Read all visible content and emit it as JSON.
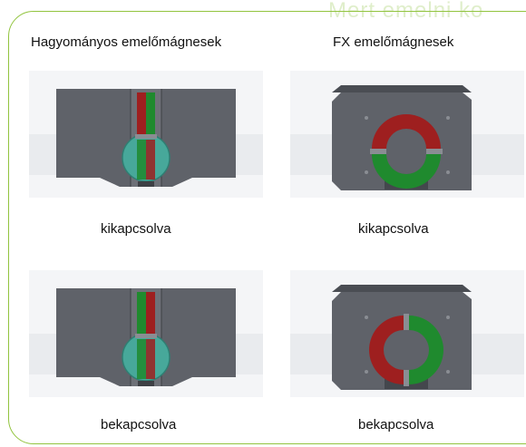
{
  "watermark_text": "Mert emelni ko",
  "columns": [
    {
      "heading": "Hagyományos emelőmágnesek",
      "panels": [
        {
          "caption": "kikapcsolva",
          "state": "off",
          "type": "traditional"
        },
        {
          "caption": "bekapcsolva",
          "state": "on",
          "type": "traditional"
        }
      ]
    },
    {
      "heading": "FX emelőmágnesek",
      "panels": [
        {
          "caption": "kikapcsolva",
          "state": "off",
          "type": "fx"
        },
        {
          "caption": "bekapcsolva",
          "state": "on",
          "type": "fx"
        }
      ]
    }
  ],
  "colors": {
    "frame": "#92c43f",
    "steel": "#5c5f66",
    "steel_light": "#7a7d84",
    "red": "#9e1f1f",
    "green": "#1f8a2e",
    "teal": "#47a89a"
  }
}
